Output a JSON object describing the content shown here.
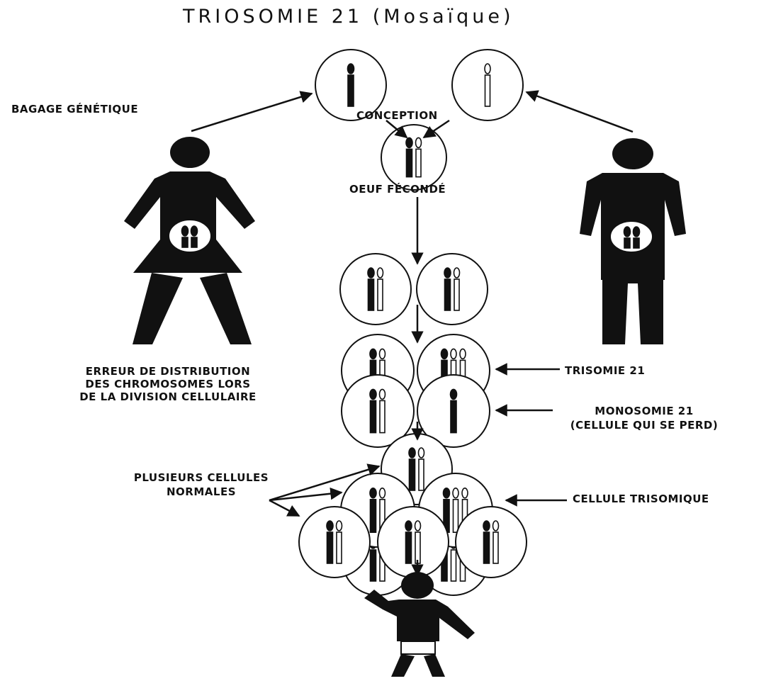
{
  "title": "TRIOSOMIE 21 (Mosaïque)",
  "labels": {
    "bagage": "BAGAGE GÉNÉTIQUE",
    "conception": "CONCEPTION",
    "oeuf": "OEUF FÉCONDÉ",
    "erreur_1": "ERREUR DE DISTRIBUTION",
    "erreur_2": "DES CHROMOSOMES LORS",
    "erreur_3": "DE LA DIVISION CELLULAIRE",
    "trisomie": "TRISOMIE 21",
    "monosomie_1": "MONOSOMIE 21",
    "monosomie_2": "(CELLULE QUI SE PERD)",
    "plusieurs_1": "PLUSIEURS CELLULES",
    "plusieurs_2": "NORMALES",
    "cellule_trisomique": "CELLULE TRISOMIQUE"
  },
  "colors": {
    "ink": "#111111",
    "background": "#ffffff"
  },
  "icons": [
    "woman-figure-icon",
    "man-figure-icon",
    "child-figure-icon"
  ]
}
